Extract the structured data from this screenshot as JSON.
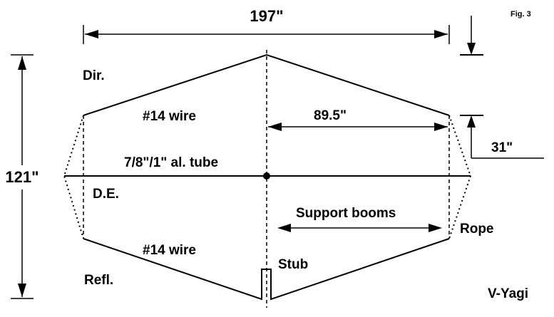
{
  "figure": {
    "fig_label": "Fig. 3",
    "name": "V-Yagi"
  },
  "dimensions": {
    "overall_width": "197\"",
    "half_width": "89.5\"",
    "overall_height": "121\"",
    "v_depth": "31\""
  },
  "elements": {
    "director": "Dir.",
    "driven_element": "D.E.",
    "reflector": "Refl.",
    "director_wire": "#14 wire",
    "reflector_wire": "#14 wire",
    "boom_tube": "7/8\"/1\" al. tube",
    "support_booms": "Support booms",
    "rope": "Rope",
    "stub": "Stub"
  }
}
